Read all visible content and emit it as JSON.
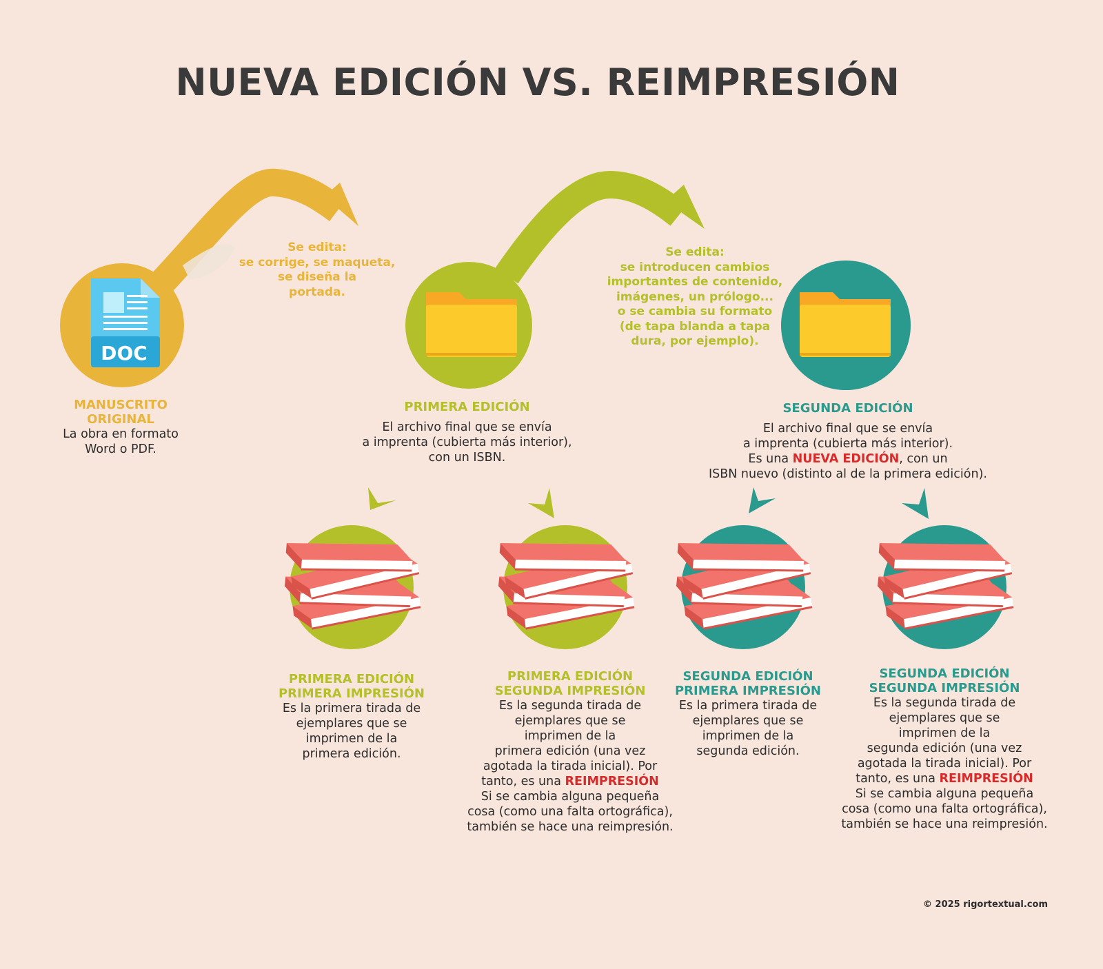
{
  "title": "NUEVA EDICIÓN VS. REIMPRESIÓN",
  "colors": {
    "orange": "#e8b53a",
    "lime": "#b4c02a",
    "teal": "#2a9a8e",
    "red": "#d62b2b",
    "book": "#f2736b"
  },
  "icons": [
    "doc-file-icon",
    "folder-icon",
    "book-stack-icon",
    "curved-arrow-icon",
    "down-arrow-icon"
  ],
  "nodes": {
    "manuscrito": {
      "doc_label": "DOC",
      "title_line1": "MANUSCRITO",
      "title_line2": "ORIGINAL",
      "desc_line1": "La obra en formato",
      "desc_line2": "Word o PDF."
    },
    "edit1": {
      "line1": "Se edita:",
      "line2": "se corrige, se maqueta,",
      "line3": "se diseña la",
      "line4": "portada."
    },
    "primera": {
      "title": "PRIMERA EDICIÓN",
      "desc_line1": "El archivo final que se envía",
      "desc_line2": "a imprenta (cubierta más interior),",
      "desc_line3": "con un ISBN."
    },
    "edit2": {
      "line1": "Se edita:",
      "line2": "se introducen cambios",
      "line3": "importantes de contenido,",
      "line4": "imágenes, un prólogo...",
      "line5": "o se cambia su formato",
      "line6": "(de tapa blanda a tapa",
      "line7": "dura, por ejemplo)."
    },
    "segunda": {
      "title": "SEGUNDA EDICIÓN",
      "desc_line1": "El archivo final que se envía",
      "desc_line2": "a imprenta (cubierta más interior).",
      "desc_line3_pre": "Es una ",
      "desc_line3_red": "NUEVA EDICIÓN",
      "desc_line3_post": ", con un",
      "desc_line4": "ISBN nuevo (distinto al de la primera edición)."
    }
  },
  "printings": [
    {
      "title_line1": "PRIMERA EDICIÓN",
      "title_line2": "PRIMERA IMPRESIÓN",
      "desc": [
        "Es la primera tirada de",
        "ejemplares que se",
        "imprimen de la",
        "primera edición."
      ]
    },
    {
      "title_line1": "PRIMERA EDICIÓN",
      "title_line2": "SEGUNDA IMPRESIÓN",
      "desc": [
        "Es la segunda tirada de",
        "ejemplares que se",
        "imprimen de la",
        "primera edición (una vez",
        "agotada la tirada inicial). Por"
      ],
      "red_pre": "tanto, es una ",
      "red_word": "REIMPRESIÓN",
      "desc_after": [
        "Si se cambia alguna pequeña",
        "cosa (como una falta ortográfica),",
        "también se hace una reimpresión."
      ]
    },
    {
      "title_line1": "SEGUNDA EDICIÓN",
      "title_line2": "PRIMERA IMPRESIÓN",
      "desc": [
        "Es la primera tirada de",
        "ejemplares que se",
        "imprimen de la",
        "segunda edición."
      ]
    },
    {
      "title_line1": "SEGUNDA EDICIÓN",
      "title_line2": "SEGUNDA IMPRESIÓN",
      "desc": [
        "Es la segunda tirada de",
        "ejemplares que se",
        "imprimen de la",
        "segunda edición (una vez",
        "agotada la tirada inicial). Por"
      ],
      "red_pre": "tanto, es una ",
      "red_word": "REIMPRESIÓN",
      "desc_after": [
        "Si se cambia alguna pequeña",
        "cosa (como una falta ortográfica),",
        "también se hace una reimpresión."
      ]
    }
  ],
  "copyright": "© 2025  rigortextual.com"
}
